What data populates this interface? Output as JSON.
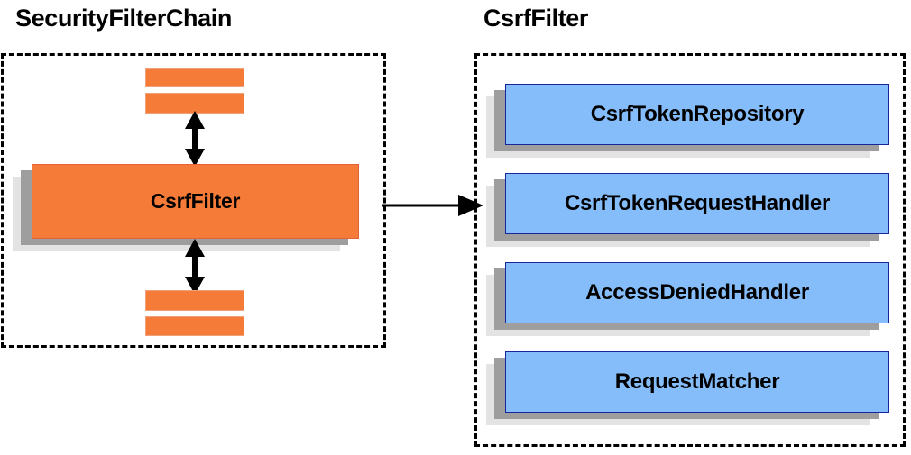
{
  "diagram": {
    "title_left": "SecurityFilterChain",
    "title_right": "CsrfFilter",
    "panels": [
      {
        "name": "security-filter-chain",
        "title": "SecurityFilterChain",
        "components": [
          {
            "label": "CsrfFilter",
            "color": "#f57c38"
          }
        ],
        "truncated_bars_above": 2,
        "truncated_bars_below": 2
      },
      {
        "name": "csrf-filter",
        "title": "CsrfFilter",
        "components": [
          {
            "label": "CsrfTokenRepository",
            "color": "#85bdfa"
          },
          {
            "label": "CsrfTokenRequestHandler",
            "color": "#85bdfa"
          },
          {
            "label": "AccessDeniedHandler",
            "color": "#85bdfa"
          },
          {
            "label": "RequestMatcher",
            "color": "#85bdfa"
          }
        ]
      }
    ],
    "connectors": [
      {
        "name": "chain-up",
        "type": "double-arrow-vertical"
      },
      {
        "name": "chain-down",
        "type": "double-arrow-vertical"
      },
      {
        "name": "panel-link",
        "type": "single-arrow-horizontal"
      }
    ],
    "colors": {
      "orange_fill": "#f57c38",
      "orange_border": "#e8603a",
      "blue_fill": "#85bdfa",
      "blue_border": "#17279b",
      "shadow_mid": "#9e9e9e",
      "shadow_back": "#e3e3e3",
      "stroke": "#000000",
      "background": "#ffffff"
    }
  }
}
